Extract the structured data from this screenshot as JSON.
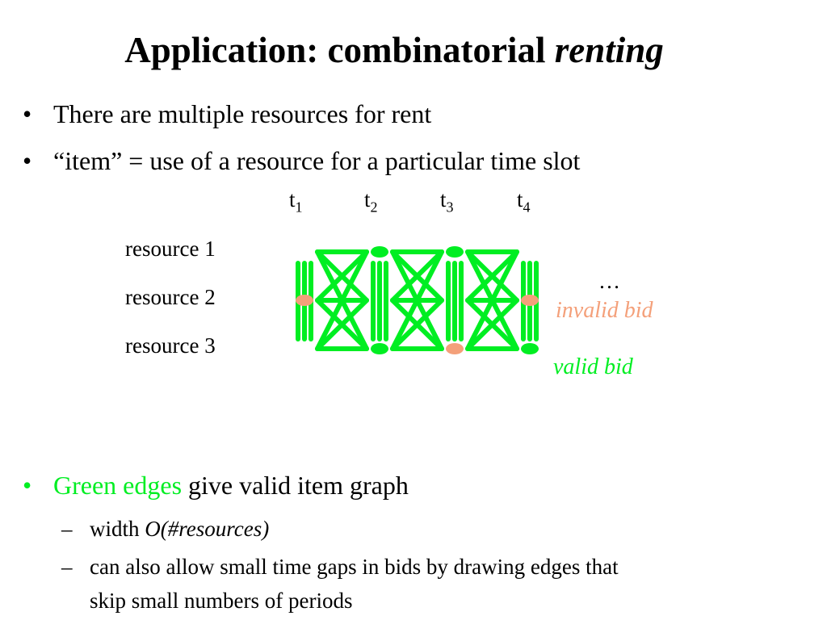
{
  "title": {
    "main": "Application: combinatorial ",
    "italic": "renting"
  },
  "bullets": [
    "There are multiple resources for rent",
    "“item” = use of a resource for a particular time slot"
  ],
  "time_slots": [
    {
      "base": "t",
      "sub": "1"
    },
    {
      "base": "t",
      "sub": "2"
    },
    {
      "base": "t",
      "sub": "3"
    },
    {
      "base": "t",
      "sub": "4"
    }
  ],
  "resources": [
    "resource 1",
    "resource 2",
    "resource 3"
  ],
  "ellipsis": "…",
  "legend": {
    "invalid": "invalid bid",
    "valid": "valid bid"
  },
  "colors": {
    "green": "#00ee22",
    "salmon": "#f4a07a",
    "black": "#000000"
  },
  "bullet3": {
    "green_text": "Green edges",
    "rest": " give valid item graph"
  },
  "subbullets": {
    "s1_prefix": "width ",
    "s1_italic": "O(#resources)",
    "s2_line1": "can also allow small time gaps in bids by drawing edges that",
    "s2_line2": "skip small numbers of periods"
  },
  "graph_nodes": [
    {
      "slot": 1,
      "resource": 2,
      "status": "invalid"
    },
    {
      "slot": 2,
      "resource": 1,
      "status": "valid"
    },
    {
      "slot": 2,
      "resource": 3,
      "status": "valid"
    },
    {
      "slot": 3,
      "resource": 1,
      "status": "valid"
    },
    {
      "slot": 3,
      "resource": 3,
      "status": "invalid"
    },
    {
      "slot": 4,
      "resource": 2,
      "status": "invalid"
    },
    {
      "slot": 4,
      "resource": 3,
      "status": "valid"
    }
  ]
}
